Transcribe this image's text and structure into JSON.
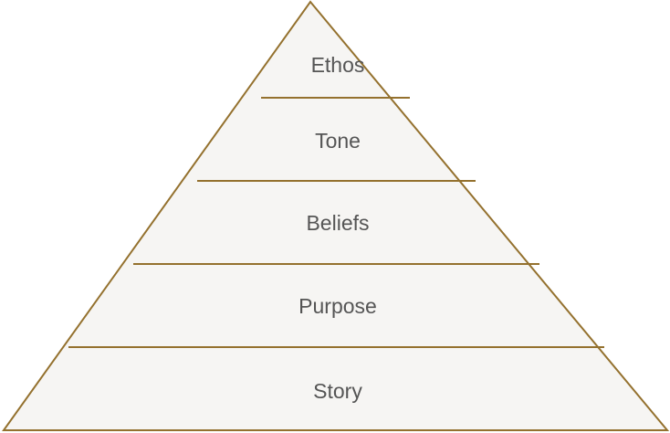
{
  "diagram": {
    "type": "pyramid",
    "colors": {
      "stroke": "#94712e",
      "fill": "#f6f5f3",
      "text": "#555555",
      "background": "#ffffff"
    },
    "tiers": [
      {
        "label": "Ethos",
        "level": 1
      },
      {
        "label": "Tone",
        "level": 2
      },
      {
        "label": "Beliefs",
        "level": 3
      },
      {
        "label": "Purpose",
        "level": 4
      },
      {
        "label": "Story",
        "level": 5
      }
    ]
  }
}
